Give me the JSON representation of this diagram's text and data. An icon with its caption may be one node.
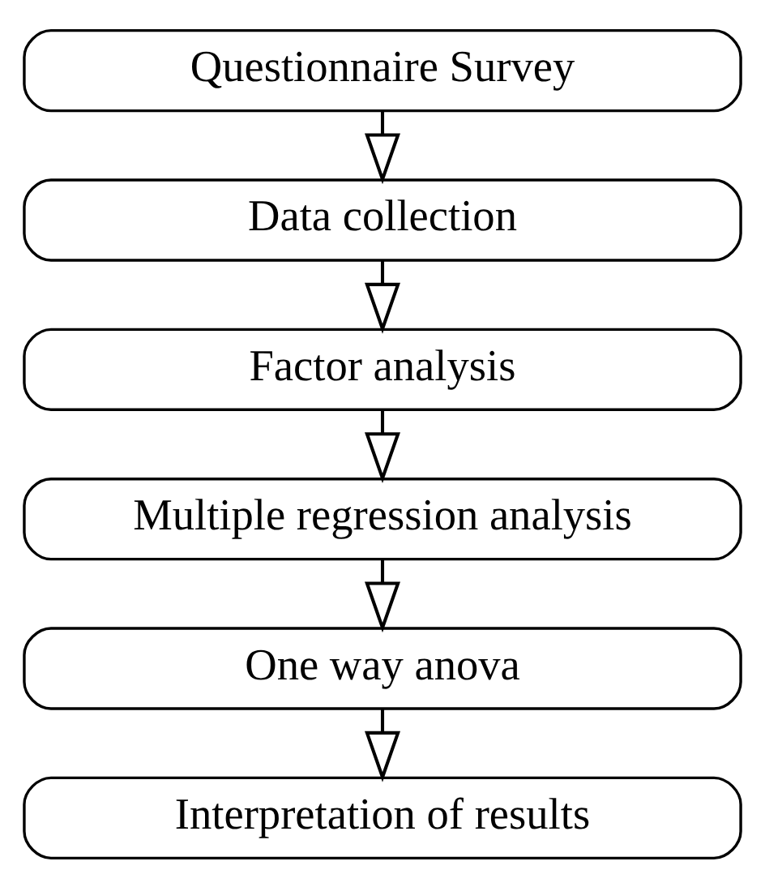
{
  "diagram": {
    "nodes": [
      {
        "text": [
          "Questionnaire Survey"
        ]
      },
      {
        "text": [
          "Data collection"
        ]
      },
      {
        "text": [
          "Factor analysis"
        ]
      },
      {
        "text": [
          "Multiple regression analysis"
        ]
      },
      {
        "text": [
          "One way anova"
        ]
      },
      {
        "text": [
          "Interpretation of results"
        ]
      }
    ],
    "edges": [
      {
        "from": 0,
        "to": 1,
        "arrow": "to"
      },
      {
        "from": 1,
        "to": 2,
        "arrow": "to"
      },
      {
        "from": 2,
        "to": 3,
        "arrow": "to"
      },
      {
        "from": 3,
        "to": 4,
        "arrow": "to"
      },
      {
        "from": 4,
        "to": 5,
        "arrow": "to"
      }
    ]
  }
}
